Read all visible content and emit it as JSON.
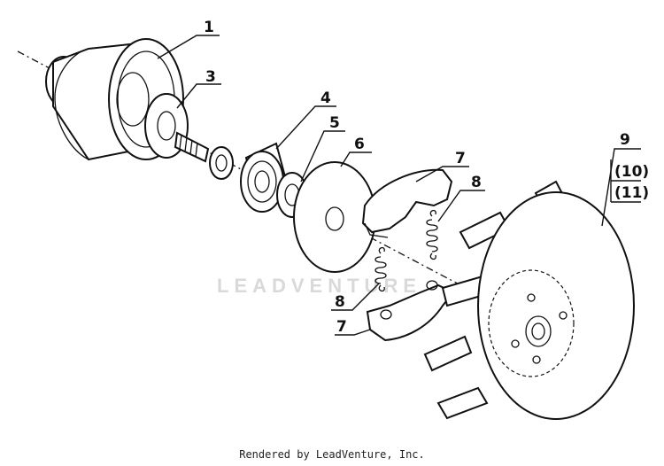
{
  "diagram": {
    "callouts": [
      {
        "id": "c1",
        "label": "1"
      },
      {
        "id": "c3",
        "label": "3"
      },
      {
        "id": "c4",
        "label": "4"
      },
      {
        "id": "c5",
        "label": "5"
      },
      {
        "id": "c6",
        "label": "6"
      },
      {
        "id": "c7a",
        "label": "7"
      },
      {
        "id": "c8a",
        "label": "8"
      },
      {
        "id": "c9",
        "label": "9"
      },
      {
        "id": "c10",
        "label": "(10)"
      },
      {
        "id": "c11",
        "label": "(11)"
      },
      {
        "id": "c8b",
        "label": "8"
      },
      {
        "id": "c7b",
        "label": "7"
      }
    ],
    "watermark": "LEADVENTURE"
  },
  "footer": {
    "text": "Rendered by LeadVenture, Inc."
  }
}
